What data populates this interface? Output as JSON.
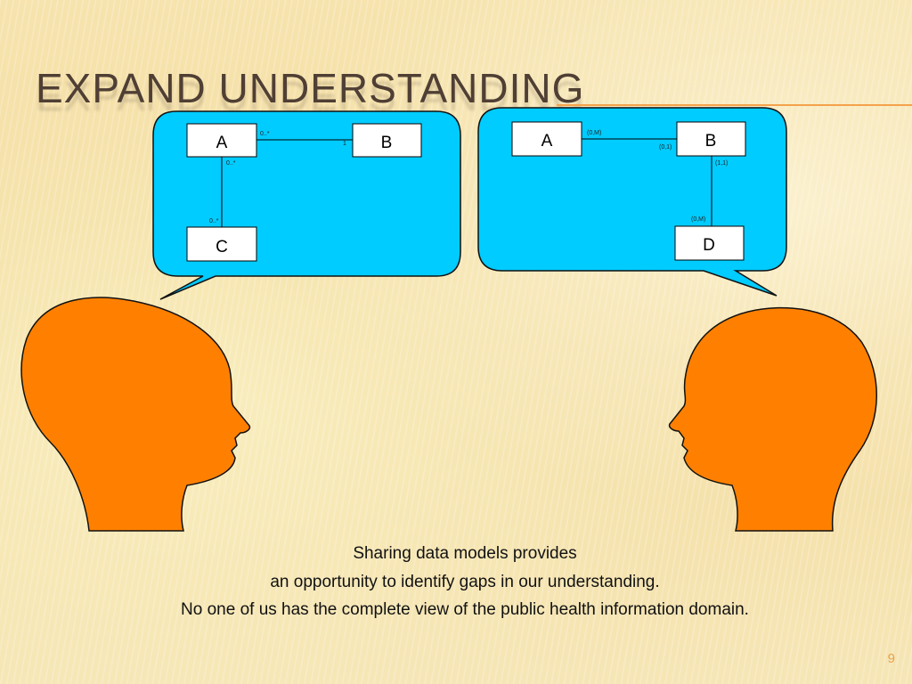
{
  "slide": {
    "title": "EXPAND UNDERSTANDING",
    "page_number": "9",
    "caption_lines": [
      "Sharing data models provides",
      "an opportunity to identify gaps in our understanding.",
      "No one of us has the complete view of the public health information domain."
    ],
    "colors": {
      "bubble_fill": "#00ccff",
      "head_fill": "#ff8000",
      "title_text": "#4f3f34",
      "accent": "#f4a24a"
    }
  },
  "left_model": {
    "entities": {
      "a": "A",
      "b": "B",
      "c": "C"
    },
    "cardinalities": {
      "a_b_near_a": "0..*",
      "a_b_near_b": "1",
      "a_c_near_a": "0..*",
      "a_c_near_c": "0..*"
    }
  },
  "right_model": {
    "entities": {
      "a": "A",
      "b": "B",
      "d": "D"
    },
    "cardinalities": {
      "a_b_near_a": "(0,M)",
      "a_b_near_b": "(0,1)",
      "b_d_near_b": "(1,1)",
      "b_d_near_d": "(0,M)"
    }
  },
  "icons": {
    "left_head": "head-silhouette-icon",
    "right_head": "head-silhouette-icon"
  }
}
